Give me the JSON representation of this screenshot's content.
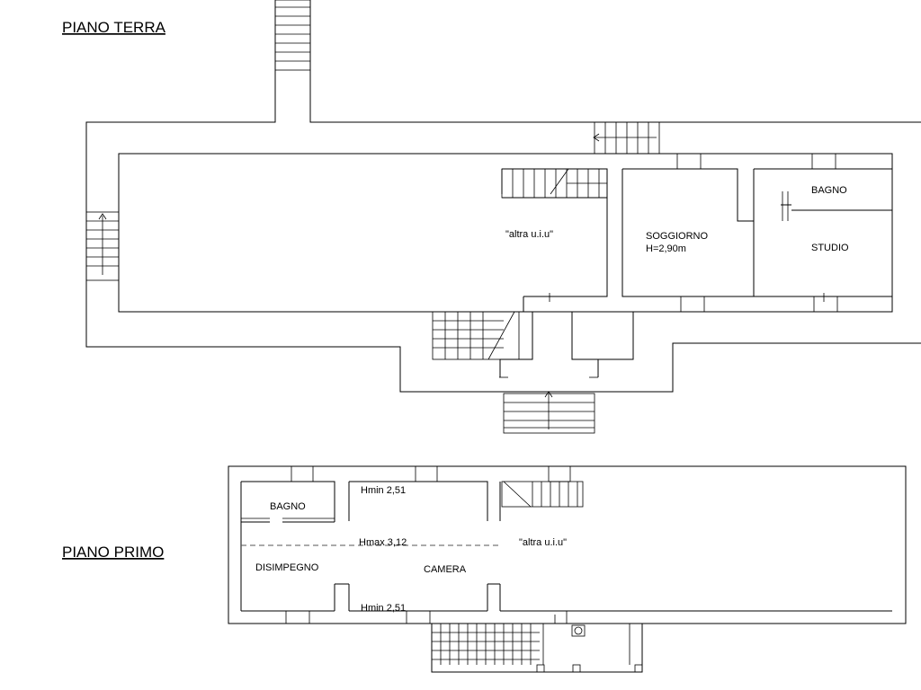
{
  "titles": {
    "ground_floor": "PIANO TERRA",
    "first_floor": "PIANO PRIMO"
  },
  "ground_floor": {
    "other_unit": "\"altra u.i.u\"",
    "soggiorno": "SOGGIORNO",
    "soggiorno_height": "H=2,90m",
    "bagno": "BAGNO",
    "studio": "STUDIO"
  },
  "first_floor": {
    "bagno": "BAGNO",
    "disimpegno": "DISIMPEGNO",
    "camera": "CAMERA",
    "other_unit": "\"altra u.i.u\"",
    "hmin_top": "Hmin 2,51",
    "hmax": "Hmax 3,12",
    "hmin_bottom": "Hmin 2,51"
  }
}
